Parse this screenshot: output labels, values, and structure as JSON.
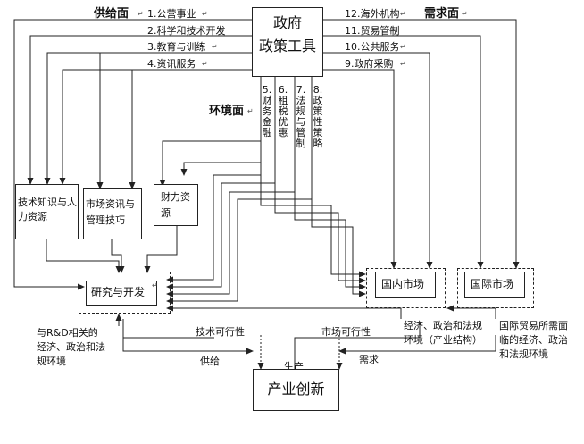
{
  "policy": {
    "title_line1": "政府",
    "title_line2": "政策工具"
  },
  "supply": {
    "label": "供给面",
    "items": [
      "1.公营事业",
      "2.科学和技术开发",
      "3.教育与训练",
      "4.资讯服务"
    ]
  },
  "demand": {
    "label": "需求面",
    "items": [
      "12.海外机构",
      "11.贸易管制",
      "10.公共服务",
      "9.政府采购"
    ]
  },
  "environment": {
    "label": "环境面",
    "items": [
      "5.财务金融",
      "6.租税优惠",
      "7.法规与管制",
      "8.政策性策略"
    ]
  },
  "resources": {
    "tech_knowledge": "技术知识与人力资源",
    "market_info": "市场资讯与管理技巧",
    "finance": "财力资源"
  },
  "rd": {
    "label": "研究与开发"
  },
  "markets": {
    "domestic": "国内市场",
    "international": "国际市场"
  },
  "env_notes": {
    "rd_related": "与R&D相关的\n经济、政治和法\n规环境",
    "domestic_env": "经济、政治和法规\n环境（产业结构）",
    "intl_env": "国际贸易所需面\n临的经济、政治\n和法规环境"
  },
  "flow": {
    "tech_feasibility": "技术可行性",
    "market_feasibility": "市场可行性",
    "supply": "供给",
    "production": "生产",
    "demand": "需求"
  },
  "outcome": {
    "label": "产业创新"
  },
  "para_mark": "↵",
  "colors": {
    "line": "#222222",
    "background": "#ffffff"
  }
}
